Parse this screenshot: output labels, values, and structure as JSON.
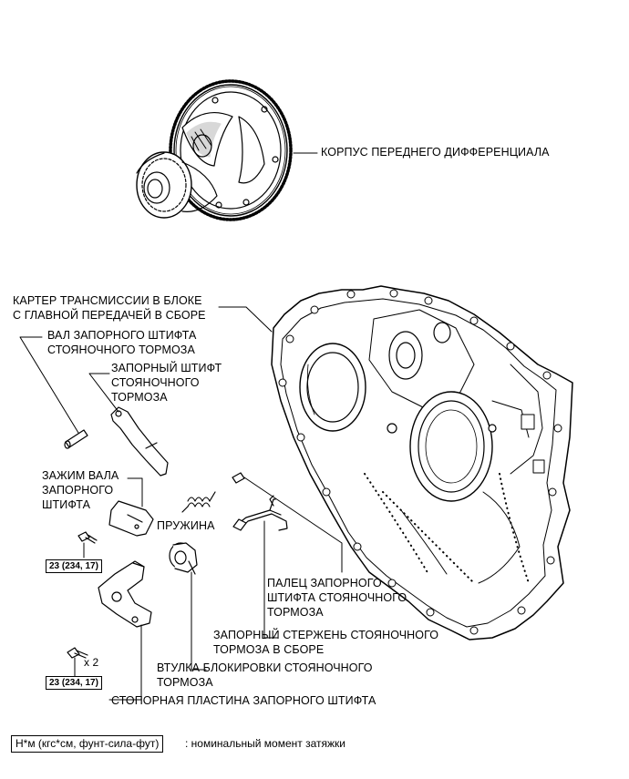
{
  "labels": {
    "diff_case": "КОРПУС ПЕРЕДНЕГО ДИФФЕРЕНЦИАЛА",
    "housing_1": "КАРТЕР ТРАНСМИССИИ В БЛОКЕ",
    "housing_2": "С ГЛАВНОЙ ПЕРЕДАЧЕЙ В СБОРЕ",
    "shaft_1": "ВАЛ ЗАПОРНОГО ШТИФТА",
    "shaft_2": "СТОЯНОЧНОГО ТОРМОЗА",
    "pawl_1": "ЗАПОРНЫЙ ШТИФТ",
    "pawl_2": "СТОЯНОЧНОГО",
    "pawl_3": "ТОРМОЗА",
    "clamp_1": "ЗАЖИМ ВАЛА",
    "clamp_2": "ЗАПОРНОГО",
    "clamp_3": "ШТИФТА",
    "spring": "ПРУЖИНА",
    "pin_1": "ПАЛЕЦ ЗАПОРНОГО",
    "pin_2": "ШТИФТА СТОЯНОЧНОГО",
    "pin_3": "ТОРМОЗА",
    "rod_1": "ЗАПОРНЫЙ СТЕРЖЕНЬ СТОЯНОЧНОГО",
    "rod_2": "ТОРМОЗА В СБОРЕ",
    "sleeve_1": "ВТУЛКА БЛОКИРОВКИ СТОЯНОЧНОГО",
    "sleeve_2": "ТОРМОЗА",
    "plate": "СТОПОРНАЯ ПЛАСТИНА ЗАПОРНОГО ШТИФТА"
  },
  "torque": {
    "upper": "23 (234, 17)",
    "lower": "23 (234, 17)",
    "multiplier": "x 2"
  },
  "legend": {
    "box": "Н*м (кгс*см, фунт-сила-фут)",
    "text": ": номинальный момент затяжки"
  }
}
